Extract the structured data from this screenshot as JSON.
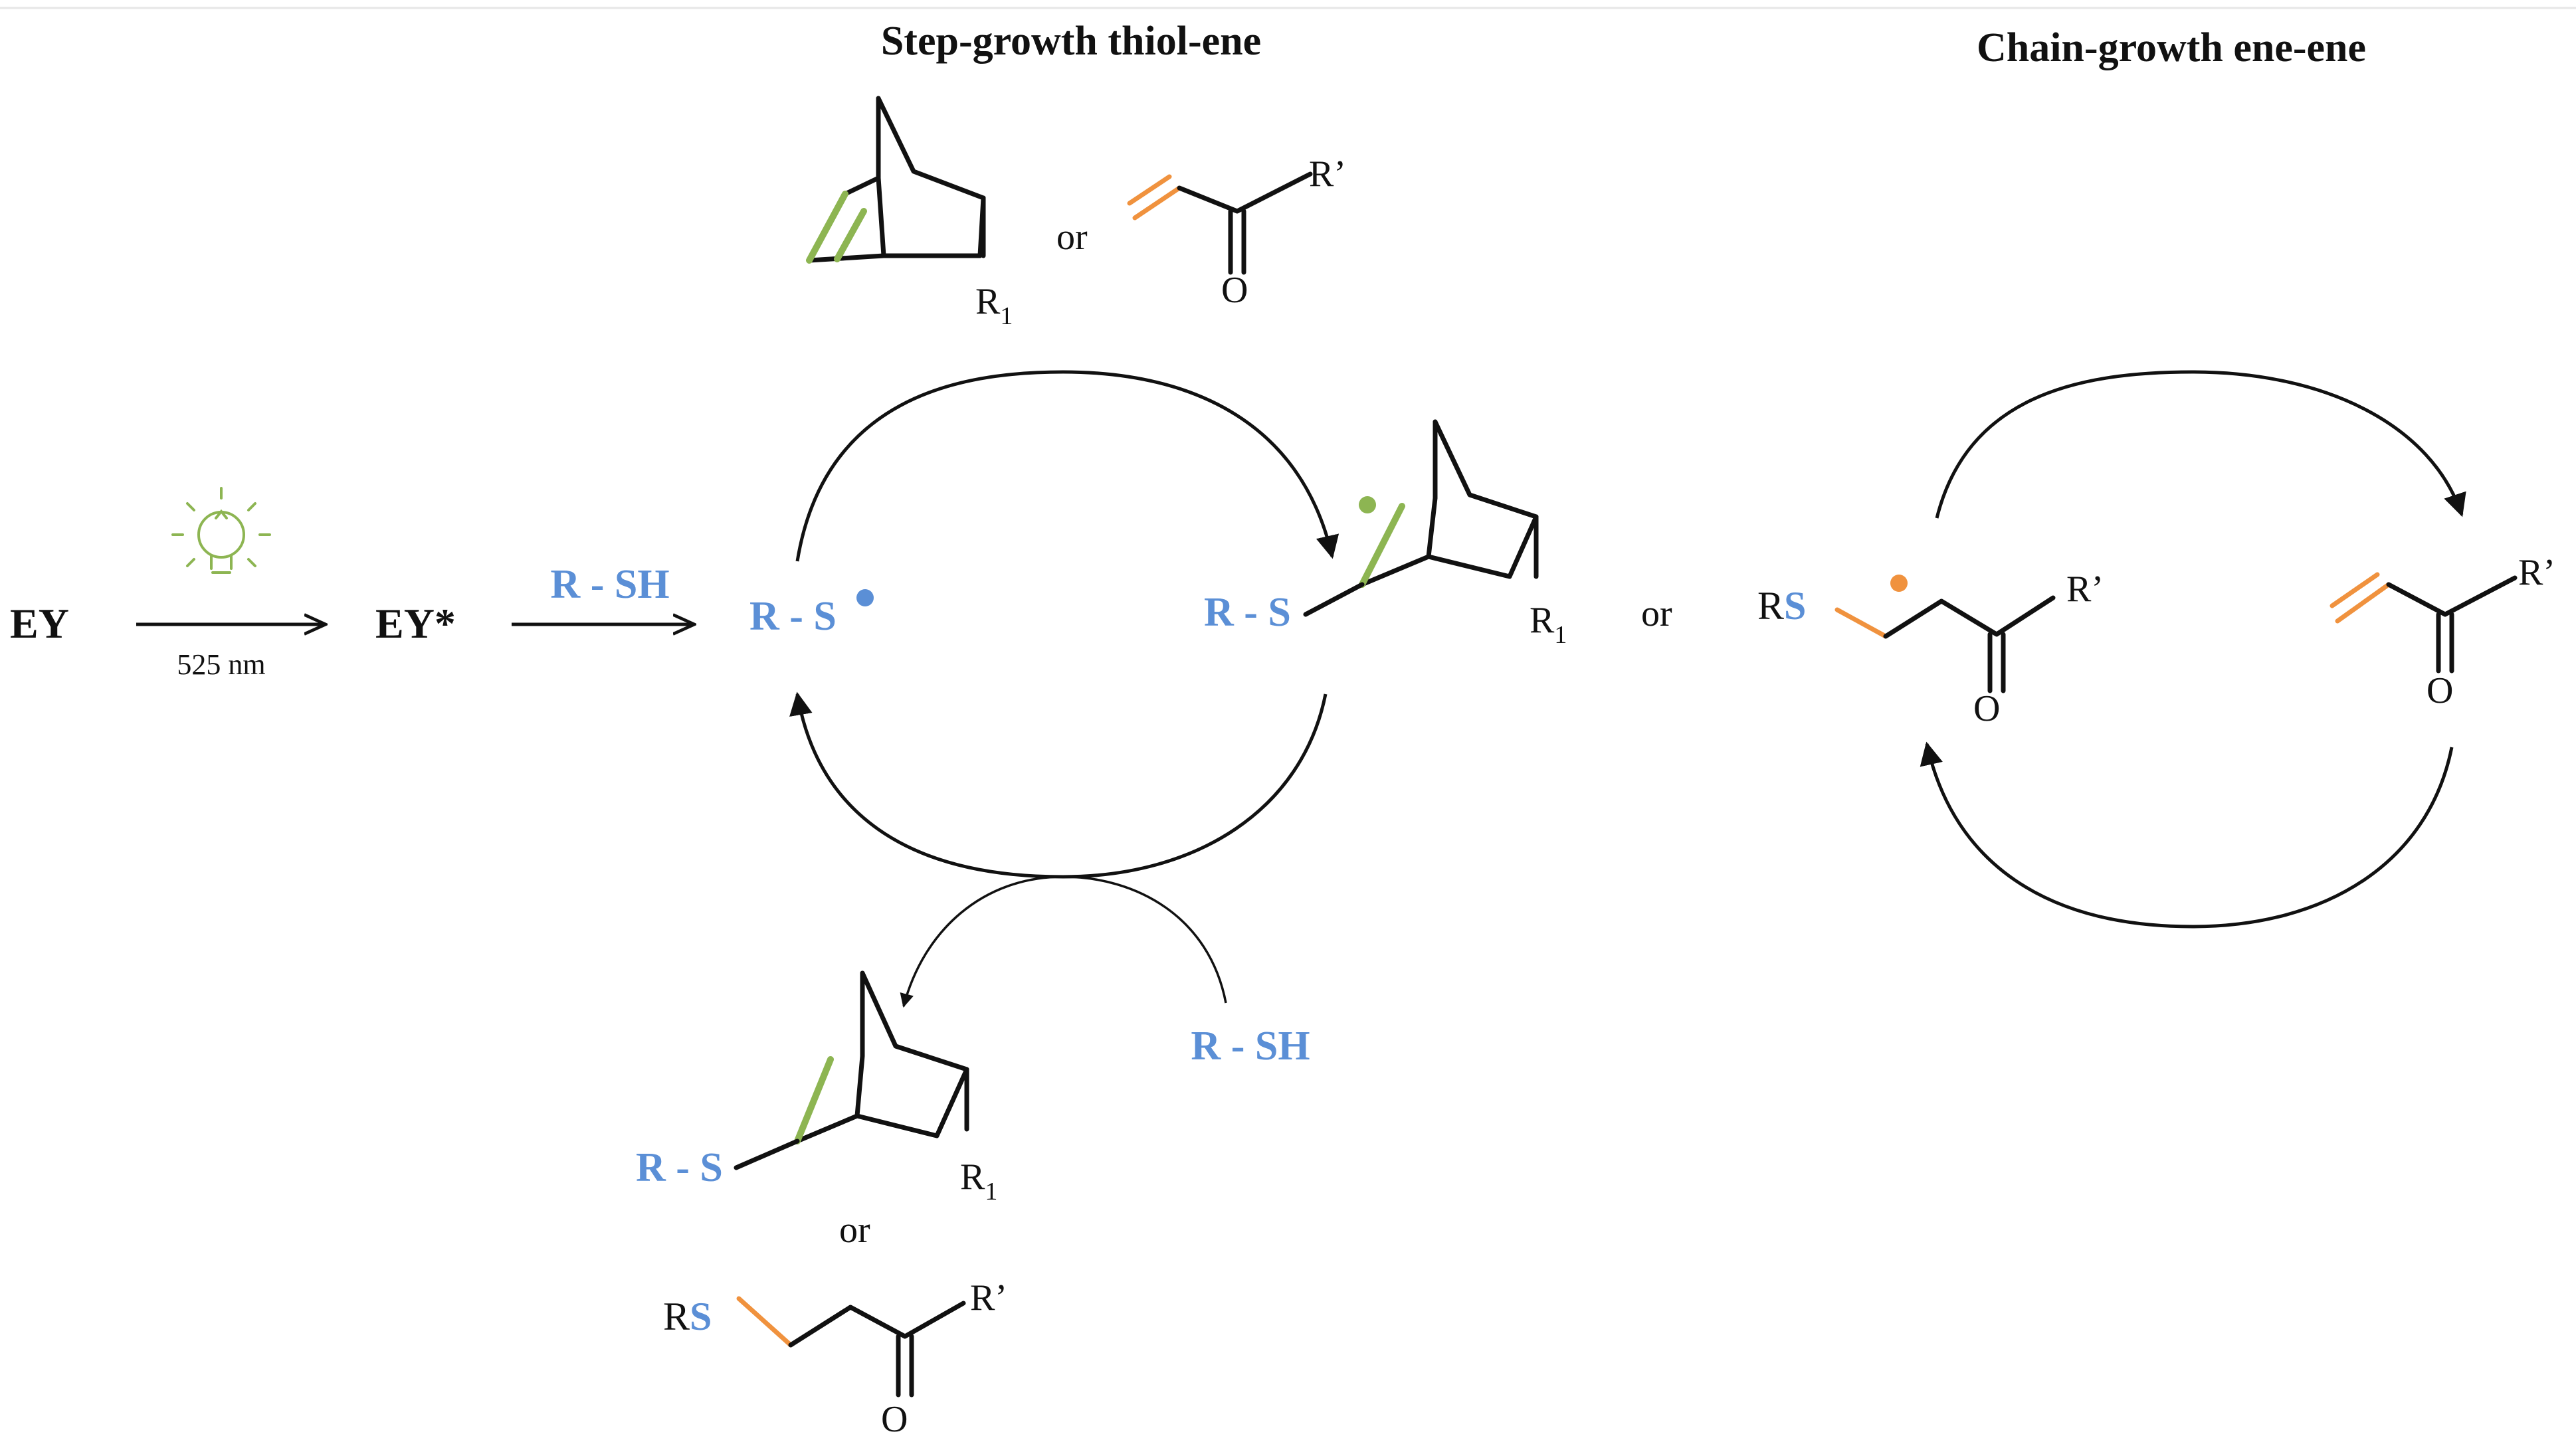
{
  "titles": {
    "step_growth": "Step-growth thiol-ene",
    "chain_growth": "Chain-growth ene-ene"
  },
  "initiation": {
    "ey": "EY",
    "wavelength": "525 nm",
    "ey_excited": "EY*",
    "thiol_reagent": "R - SH",
    "thiyl_radical": "R - S",
    "light_icon": "light-bulb-icon"
  },
  "labels": {
    "or": "or",
    "r1": "R",
    "r1_sub": "1",
    "rprime": "R’",
    "oxygen": "O",
    "rs_prefix": "R",
    "rs_s": "S",
    "r_s_adduct": "R - S",
    "chain_transfer_thiol": "R - SH"
  },
  "colors": {
    "thiol_blue": "#5b8fd6",
    "norbornene_green": "#8db552",
    "acrylate_orange": "#f0923e",
    "line_black": "#111111"
  }
}
